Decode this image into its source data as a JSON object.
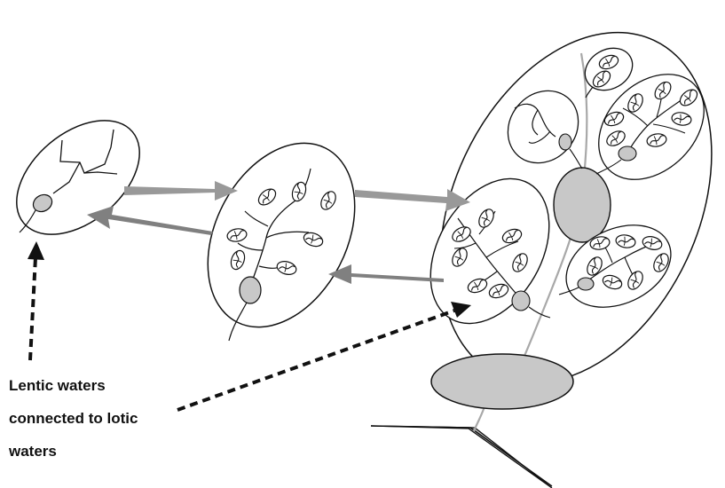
{
  "caption": {
    "lines": [
      "Lentic waters",
      "connected to lotic",
      "waters"
    ]
  },
  "colors": {
    "outline": "#111111",
    "pond_fill": "#c8c8c8",
    "arrow_fill": "#999999",
    "arrow_return": "#808080",
    "stream_line": "#a8a8a8",
    "background": "#ffffff"
  }
}
